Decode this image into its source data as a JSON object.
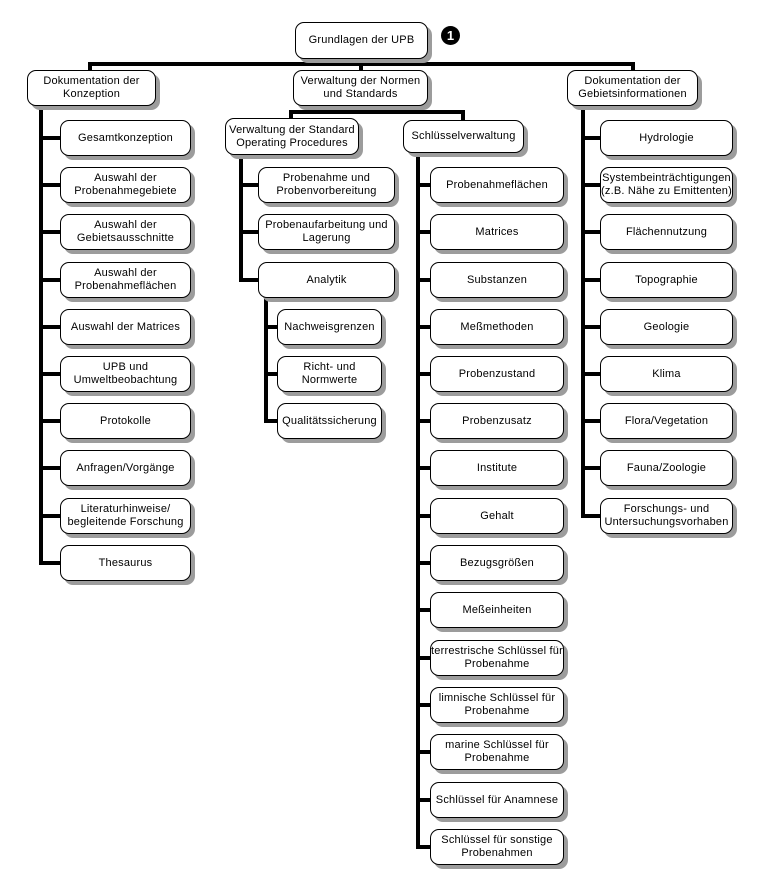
{
  "diagram": {
    "badge_number": "1",
    "root": "Grundlagen der UPB",
    "branches": {
      "konzeption": {
        "label": "Dokumentation der\nKonzeption",
        "items": [
          "Gesamtkonzeption",
          "Auswahl der\nProbenahmegebiete",
          "Auswahl der\nGebietsausschnitte",
          "Auswahl der\nProbenahmeflächen",
          "Auswahl der Matrices",
          "UPB und\nUmweltbeobachtung",
          "Protokolle",
          "Anfragen/Vorgänge",
          "Literaturhinweise/\nbegleitende Forschung",
          "Thesaurus"
        ]
      },
      "normen": {
        "label": "Verwaltung der Normen\nund Standards",
        "sop": {
          "label": "Verwaltung der Standard\nOperating Procedures",
          "items": [
            "Probenahme und\nProbenvorbereitung",
            "Probenaufarbeitung und\nLagerung",
            "Analytik"
          ],
          "analytik_items": [
            "Nachweisgrenzen",
            "Richt- und\nNormwerte",
            "Qualitätssicherung"
          ]
        },
        "schluessel": {
          "label": "Schlüsselverwaltung",
          "items": [
            "Probenahmeflächen",
            "Matrices",
            "Substanzen",
            "Meßmethoden",
            "Probenzustand",
            "Probenzusatz",
            "Institute",
            "Gehalt",
            "Bezugsgrößen",
            "Meßeinheiten",
            "terrestrische Schlüssel für\nProbenahme",
            "limnische Schlüssel für\nProbenahme",
            "marine Schlüssel für\nProbenahme",
            "Schlüssel für Anamnese",
            "Schlüssel für sonstige\nProbenahmen"
          ]
        }
      },
      "gebiete": {
        "label": "Dokumentation der\nGebietsinformationen",
        "items": [
          "Hydrologie",
          "Systembeinträchtigungen\n(z.B. Nähe zu Emittenten)",
          "Flächennutzung",
          "Topographie",
          "Geologie",
          "Klima",
          "Flora/Vegetation",
          "Fauna/Zoologie",
          "Forschungs- und\nUntersuchungsvorhaben"
        ]
      }
    }
  }
}
